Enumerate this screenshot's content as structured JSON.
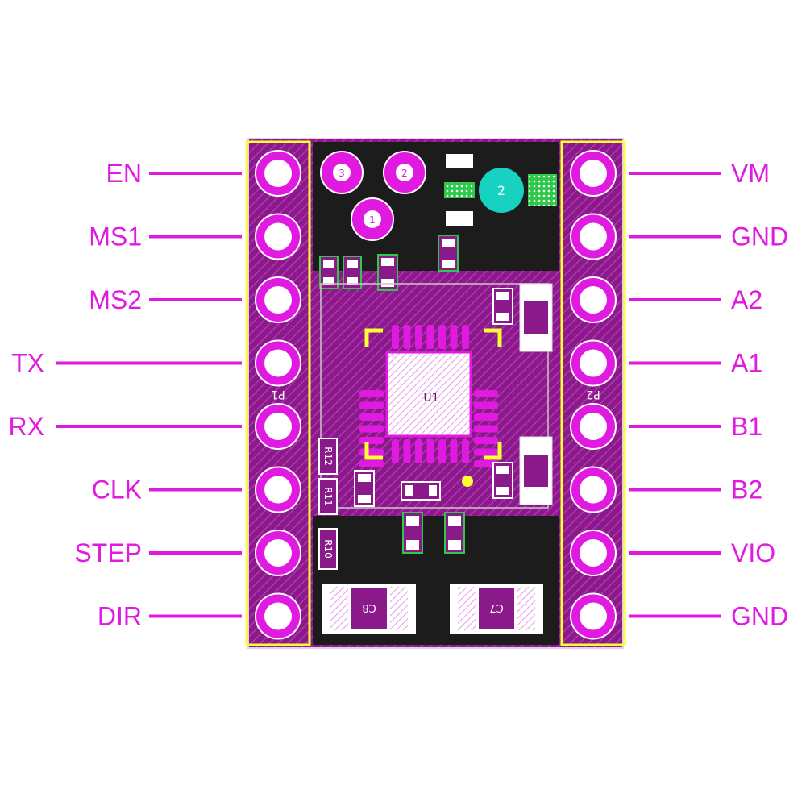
{
  "left_pins": [
    "EN",
    "MS1",
    "MS2",
    "TX",
    "RX",
    "CLK",
    "STEP",
    "DIR"
  ],
  "right_pins": [
    "VM",
    "GND",
    "A2",
    "A1",
    "B1",
    "B2",
    "VIO",
    "GND"
  ],
  "header_left": "P1",
  "header_right": "P2",
  "chip": "U1",
  "capacitors": [
    "C8",
    "C7"
  ],
  "resistors": [
    "R10",
    "R11",
    "R12"
  ],
  "testpoints": [
    "3",
    "2",
    "1"
  ],
  "via_label": "2",
  "colors": {
    "label": "#e11ae1",
    "board": "#8a1a8a",
    "copper": "#1c1c1c",
    "pad": "#e11ae1",
    "hole": "#17d1c1",
    "outline": "#ffff33"
  }
}
